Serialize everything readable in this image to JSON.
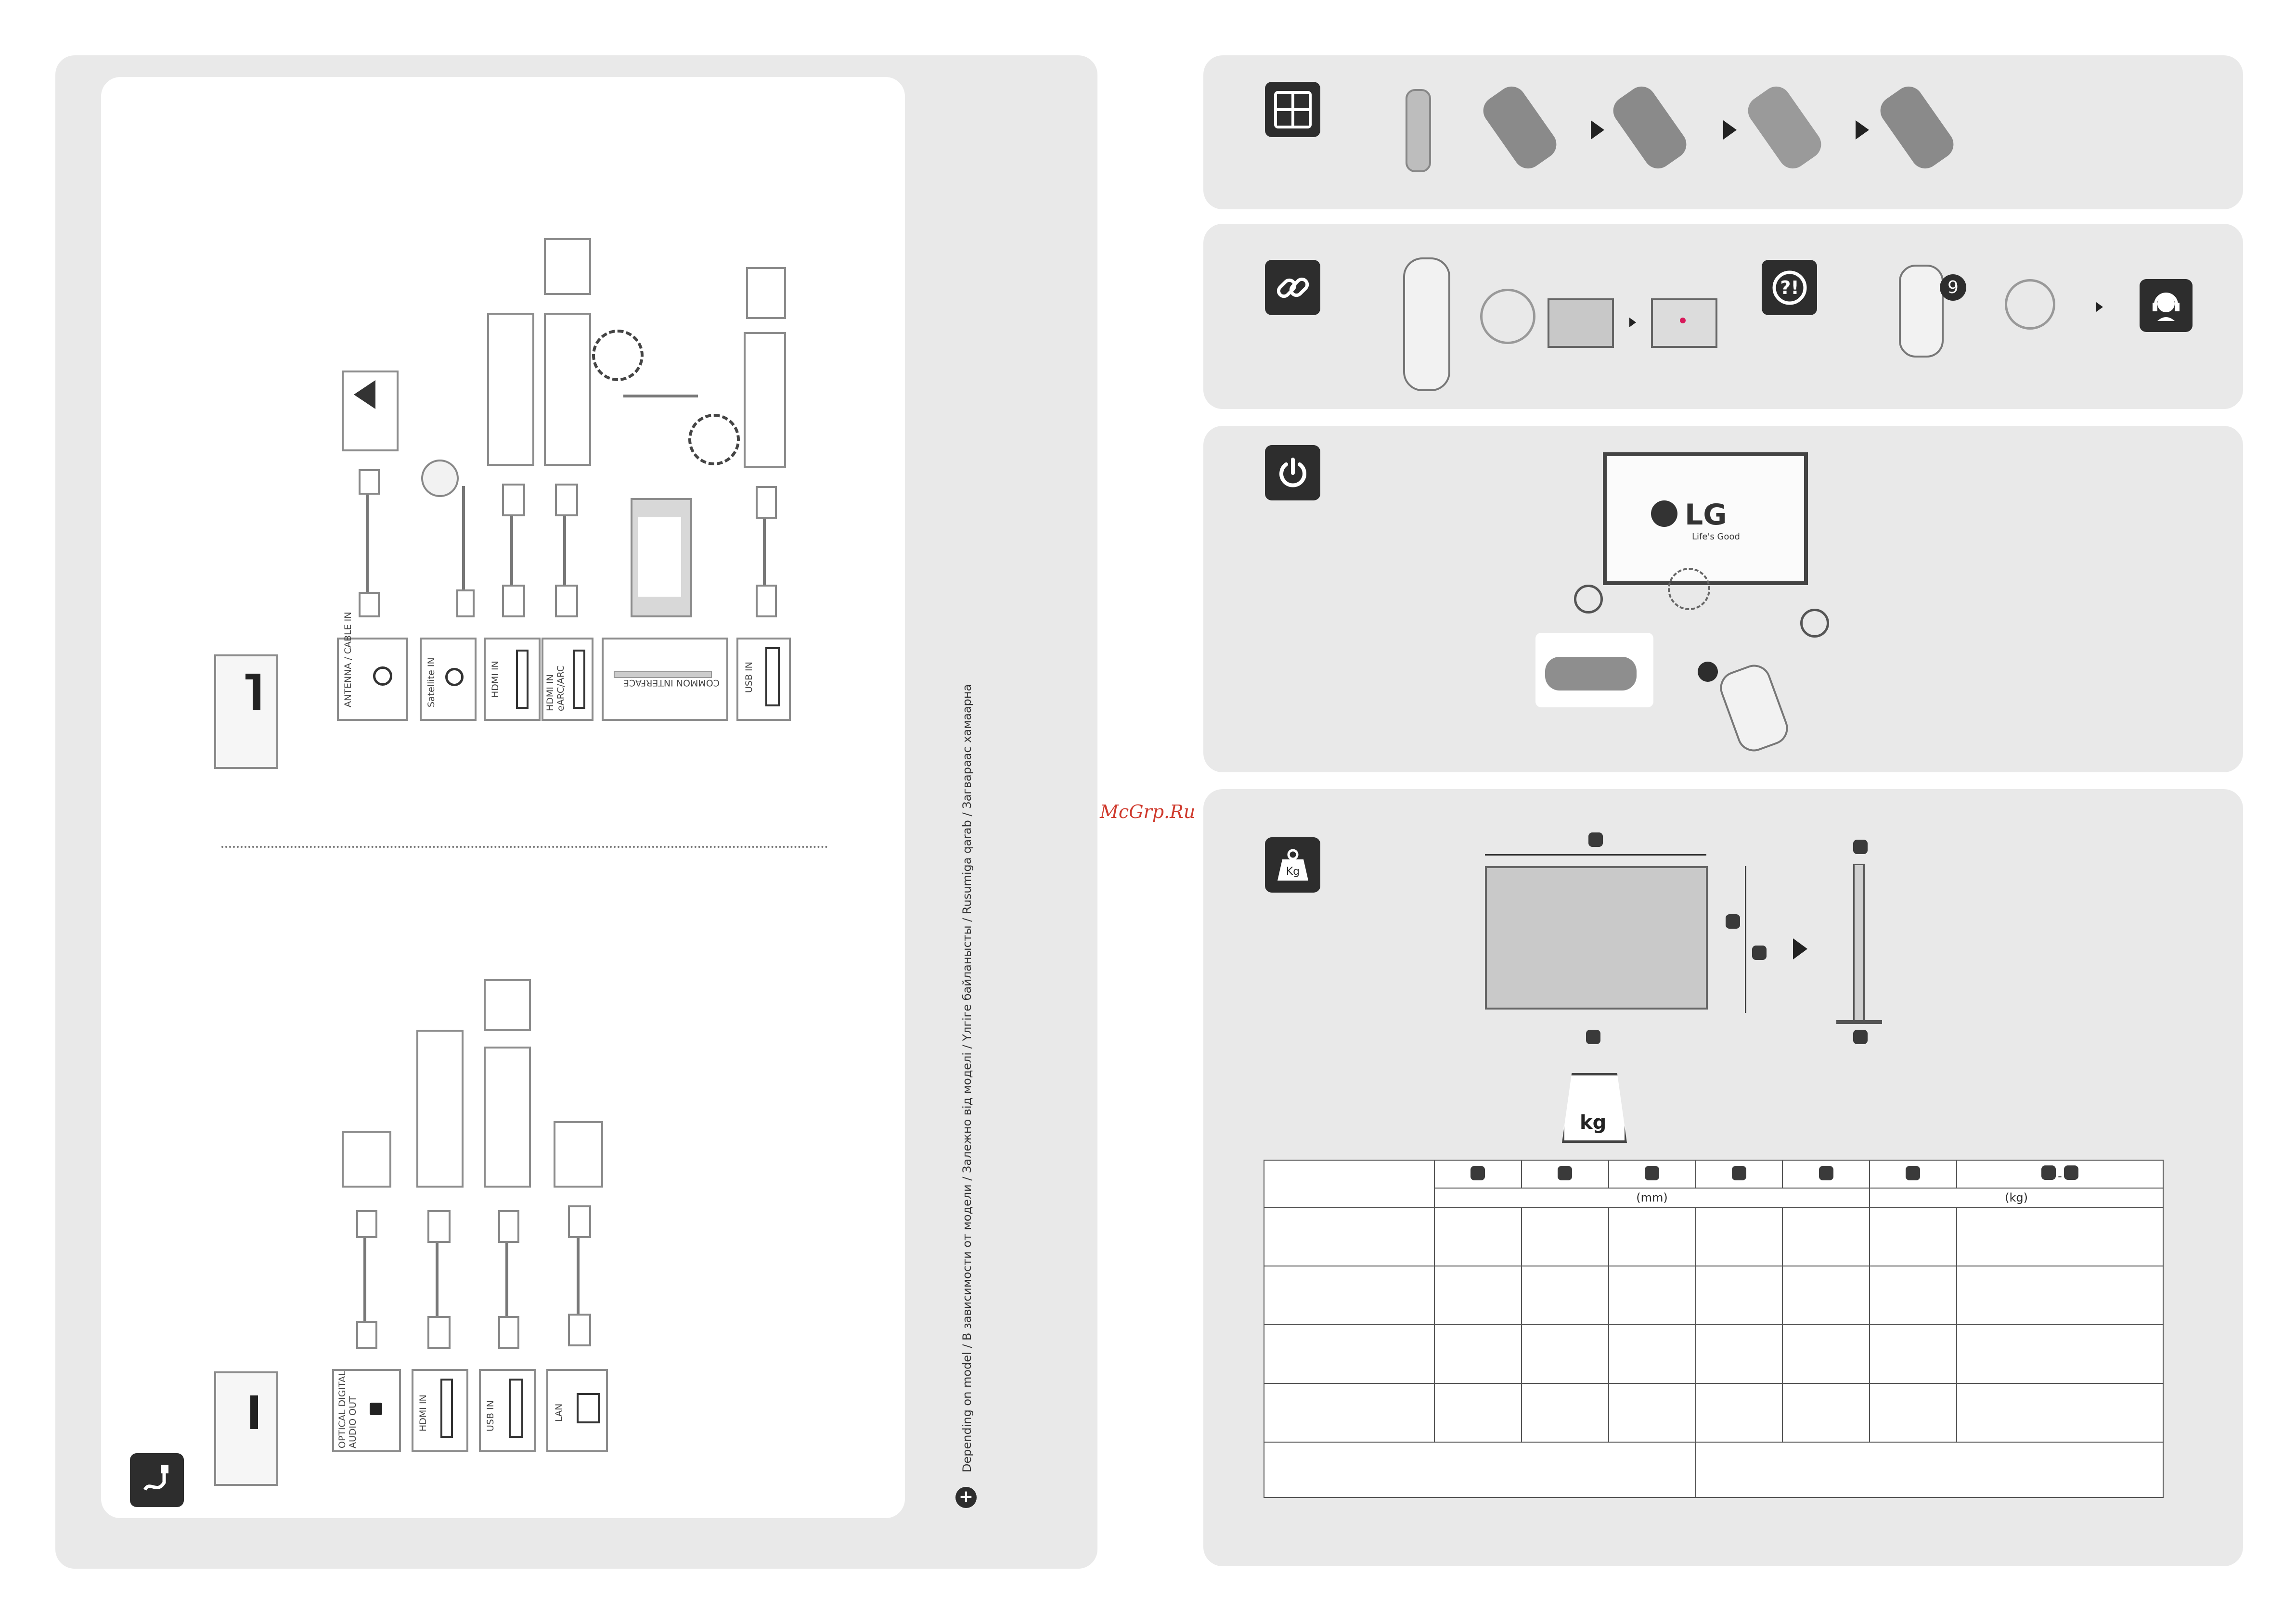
{
  "watermark": "McGrp.Ru",
  "connections": {
    "top_ports": [
      "ANTENNA / CABLE IN",
      "Satellite IN",
      "HDMI IN",
      "HDMI IN eARC/ARC",
      "COMMON INTERFACE",
      "USB IN"
    ],
    "bottom_ports": [
      "OPTICAL DIGITAL AUDIO OUT",
      "HDMI IN",
      "USB IN",
      "LAN"
    ],
    "side_note": "Depending on model / В зависимости от модели / Залежно від моделі / Үлгіге байланысты / Rusumiga qarab / Загвараас хамаарна"
  },
  "remote_section": {
    "badge_number": "9"
  },
  "power_section": {
    "brand": "LG",
    "tagline": "Life's Good"
  },
  "weight_section": {
    "scale_label": "kg",
    "unit_mm": "(mm)",
    "unit_kg": "(kg)",
    "dash": "-"
  },
  "icons": [
    "battery-grid-icon",
    "link-icon",
    "help-question-icon",
    "power-icon",
    "weight-kg-icon",
    "cable-plug-icon",
    "plus-circle-icon",
    "headset-support-icon"
  ]
}
